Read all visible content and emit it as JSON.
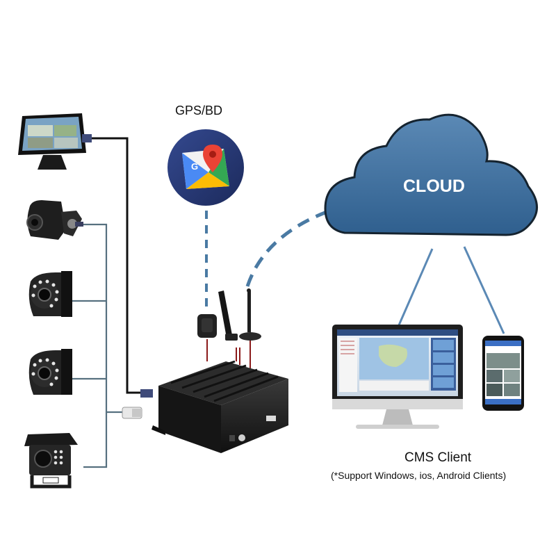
{
  "labels": {
    "gps": "GPS/BD",
    "cloud": "CLOUD",
    "cms_title": "CMS Client",
    "cms_subtitle": "(*Support Windows, ios, Android Clients)"
  },
  "colors": {
    "cloud_fill": "#3d6f9e",
    "cloud_outline": "#15232f",
    "wireless_link": "#4a7aa3",
    "video_cable": "#111111",
    "camera_cable": "#56707f",
    "power_wires": "#8b1a1a",
    "gps_badge": "#2a3d7e",
    "device_body": "#1a1a1a"
  },
  "icons": {
    "monitor": "dashboard-monitor-icon",
    "cameras": [
      "side-camera-icon",
      "dome-camera-icon",
      "dome-camera-icon",
      "truck-rear-camera-icon"
    ],
    "gps": "google-maps-pin-icon",
    "mdvr": "mobile-dvr-icon",
    "antennas": [
      "gps-antenna-icon",
      "wifi-antenna-icon",
      "4g-antenna-icon"
    ],
    "desktop": "desktop-monitor-icon",
    "phone": "smartphone-icon"
  }
}
